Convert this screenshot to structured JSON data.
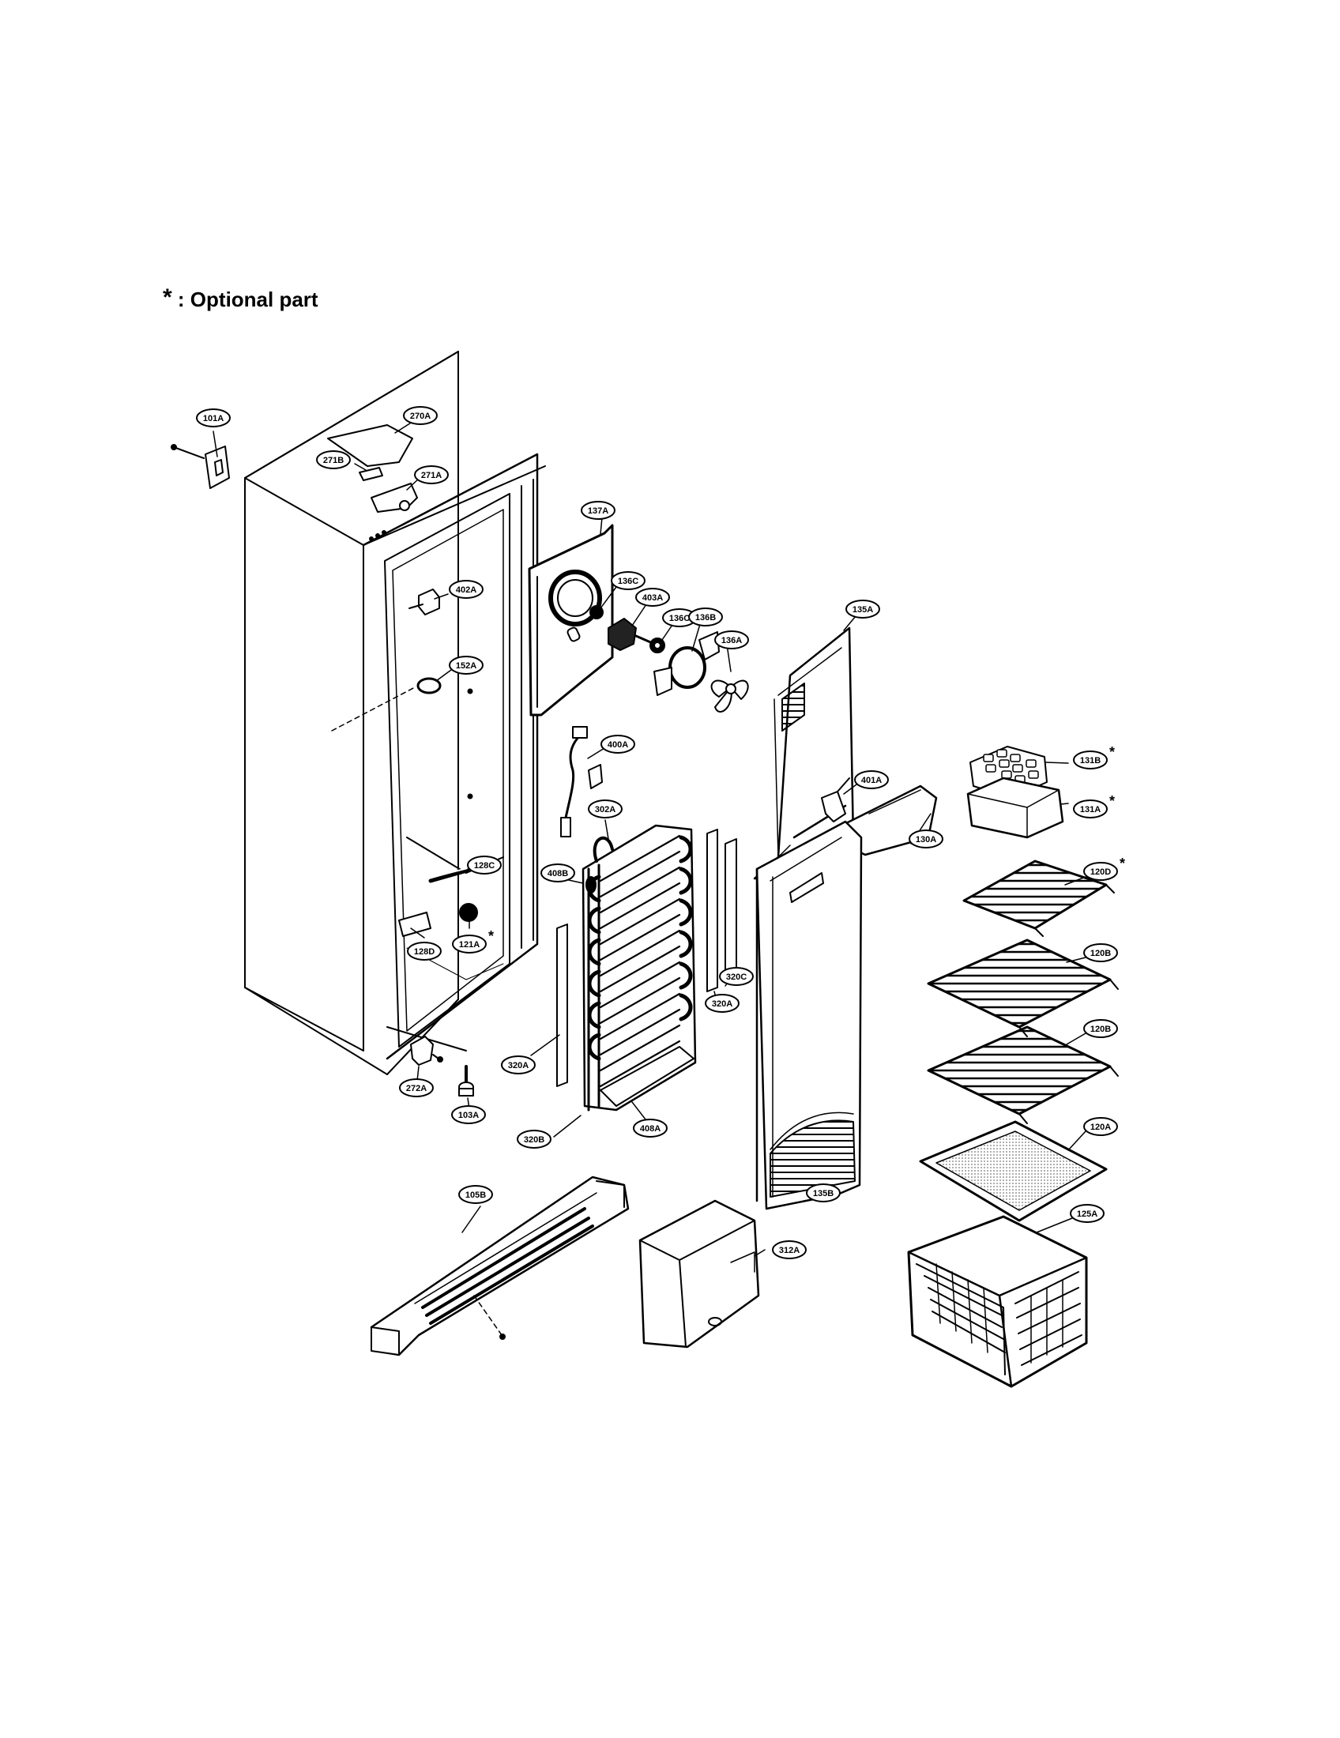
{
  "note": {
    "marker": "*",
    "text": ": Optional part"
  },
  "parts": [
    {
      "id": "p101A",
      "label": "101A"
    },
    {
      "id": "p270A",
      "label": "270A"
    },
    {
      "id": "p271B",
      "label": "271B"
    },
    {
      "id": "p271A",
      "label": "271A"
    },
    {
      "id": "p137A",
      "label": "137A"
    },
    {
      "id": "p402A",
      "label": "402A"
    },
    {
      "id": "p136C1",
      "label": "136C"
    },
    {
      "id": "p403A",
      "label": "403A"
    },
    {
      "id": "p136C2",
      "label": "136C"
    },
    {
      "id": "p136B",
      "label": "136B"
    },
    {
      "id": "p135A",
      "label": "135A"
    },
    {
      "id": "p136A",
      "label": "136A"
    },
    {
      "id": "p152A",
      "label": "152A"
    },
    {
      "id": "p400A",
      "label": "400A"
    },
    {
      "id": "p131B",
      "label": "131B",
      "optional": true
    },
    {
      "id": "p131A",
      "label": "131A",
      "optional": true
    },
    {
      "id": "p401A",
      "label": "401A"
    },
    {
      "id": "p302A",
      "label": "302A"
    },
    {
      "id": "p130A",
      "label": "130A"
    },
    {
      "id": "p408B",
      "label": "408B"
    },
    {
      "id": "p128C",
      "label": "128C"
    },
    {
      "id": "p120D",
      "label": "120D",
      "optional": true
    },
    {
      "id": "p128D",
      "label": "128D"
    },
    {
      "id": "p121A",
      "label": "121A",
      "optional": true
    },
    {
      "id": "p120B1",
      "label": "120B"
    },
    {
      "id": "p320C",
      "label": "320C"
    },
    {
      "id": "p320A1",
      "label": "320A"
    },
    {
      "id": "p120B2",
      "label": "120B"
    },
    {
      "id": "p320A2",
      "label": "320A"
    },
    {
      "id": "p272A",
      "label": "272A"
    },
    {
      "id": "p103A",
      "label": "103A"
    },
    {
      "id": "p408A",
      "label": "408A"
    },
    {
      "id": "p320B",
      "label": "320B"
    },
    {
      "id": "p120A",
      "label": "120A"
    },
    {
      "id": "p105B",
      "label": "105B"
    },
    {
      "id": "p135B",
      "label": "135B"
    },
    {
      "id": "p125A",
      "label": "125A"
    },
    {
      "id": "p312A",
      "label": "312A"
    }
  ]
}
